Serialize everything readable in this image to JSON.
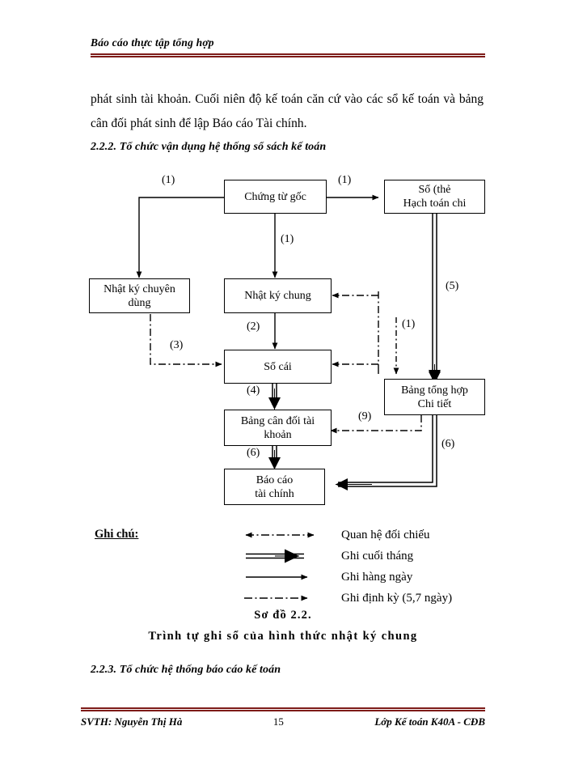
{
  "header": {
    "title": "Báo cáo thực tập tổng hợp",
    "rule_color": "#7d1a17"
  },
  "body": {
    "paragraph_1": "phát sinh tài khoản. Cuối niên độ kế toán căn cứ vào các sổ kế toán và bảng cân đối phát sinh để lập Báo cáo Tài chính.",
    "heading_222": "2.2.2. Tổ chức vận dụng hệ thống sổ sách kế toán",
    "heading_223": "2.2.3. Tổ chức hệ thống báo cáo kế toán"
  },
  "diagram": {
    "nodes": {
      "chung_tu_goc": "Chứng từ gốc",
      "so_the_hach_toan": "Sổ (thẻ\nHạch toán chi",
      "nhat_ky_chuyen_dung": "Nhật ký chuyên\ndùng",
      "nhat_ky_chung": "Nhật ký chung",
      "so_cai": "Sổ cái",
      "bang_can_doi": "Bảng cân đối tài\nkhoản",
      "bao_cao_tai_chinh": "Báo cáo\ntài chính",
      "bang_tong_hop": "Bảng tổng hợp\nChi tiết"
    },
    "edge_labels": {
      "e1_left": "(1)",
      "e1_right": "(1)",
      "e1_down": "(1)",
      "e1_dashdot": "(1)",
      "e2": "(2)",
      "e3": "(3)",
      "e4": "(4)",
      "e5": "(5)",
      "e6_left": "(6)",
      "e6_right": "(6)",
      "e9": "(9)"
    }
  },
  "legend": {
    "title": "Ghi chú:",
    "entries": [
      {
        "glyph": "dashdot-double-arrow",
        "label": "Quan hệ đối chiếu"
      },
      {
        "glyph": "thick-double-line-arrow",
        "label": "Ghi cuối tháng"
      },
      {
        "glyph": "thin-solid-arrow",
        "label": "Ghi hàng ngày"
      },
      {
        "glyph": "dashdot-arrow",
        "label": "Ghi định kỳ (5,7 ngày)"
      }
    ]
  },
  "caption": {
    "line_1": "Sơ đồ 2.2.",
    "line_2": "Trình tự ghi sổ của hình thức nhật ký chung"
  },
  "footer": {
    "left": "SVTH: Nguyễn Thị Hà",
    "page": "15",
    "right": "Lớp Kế toán K40A - CĐB",
    "rule_color": "#7d1a17"
  }
}
